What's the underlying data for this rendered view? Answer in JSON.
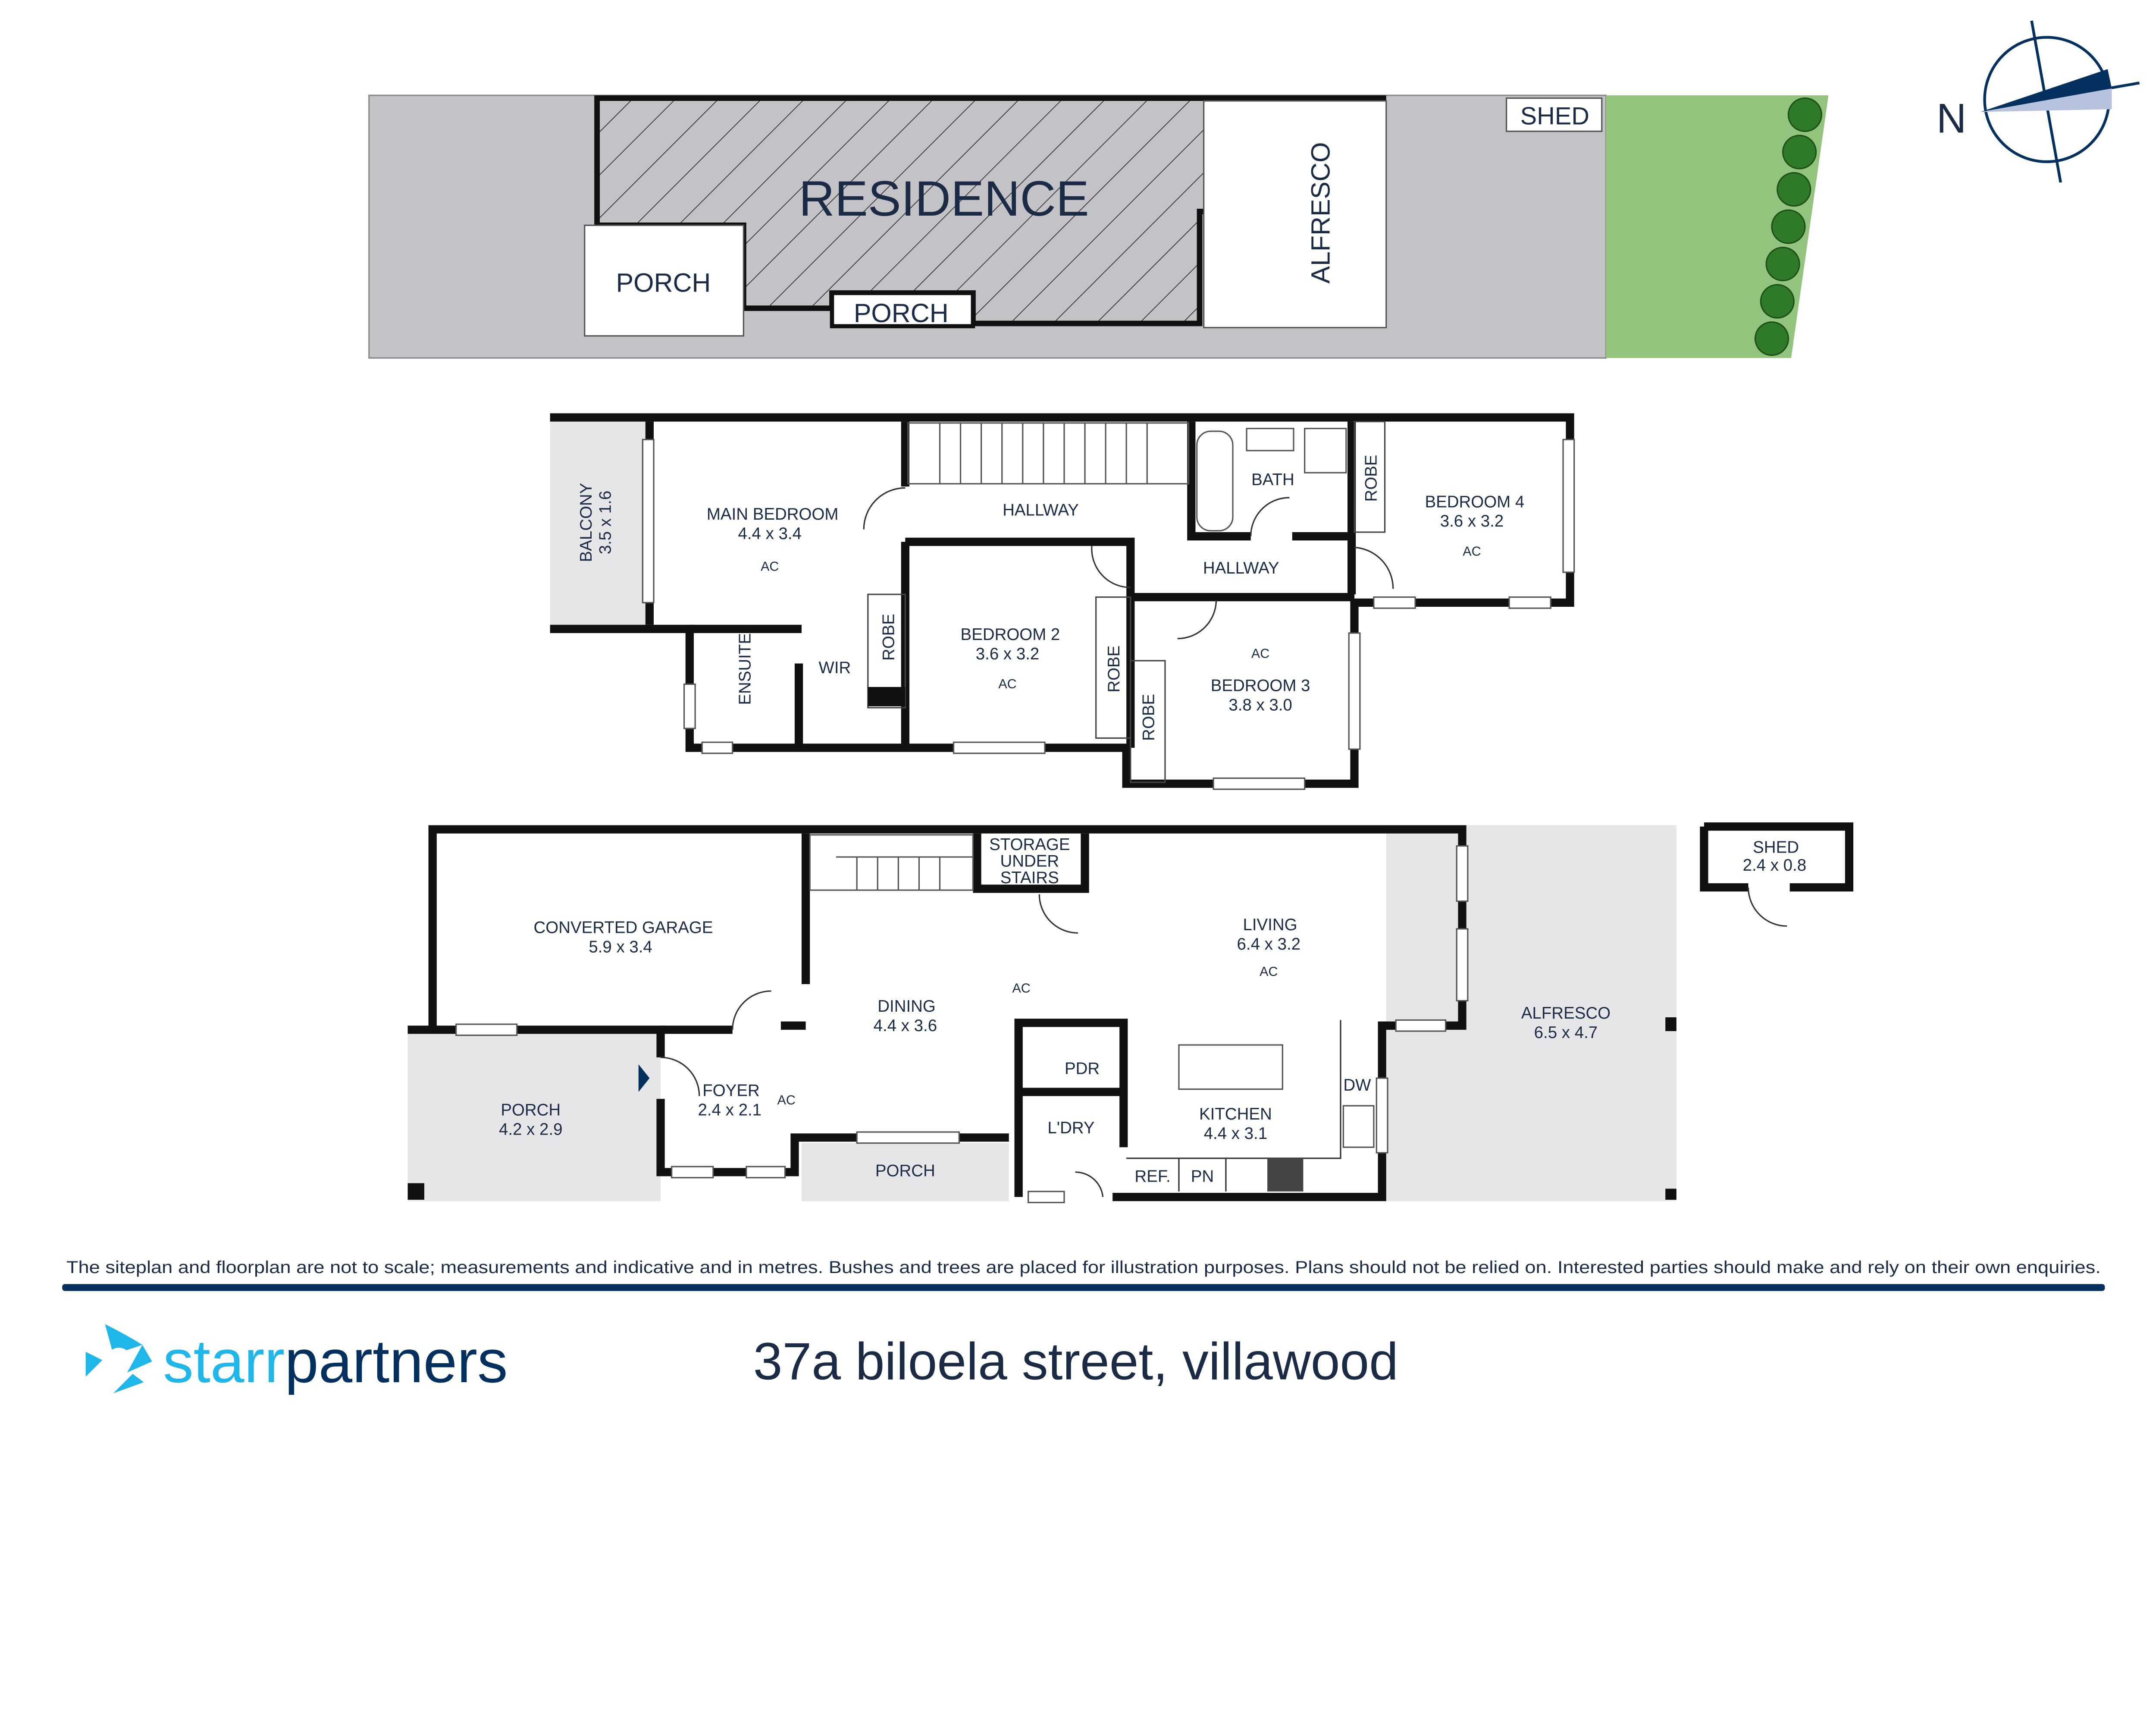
{
  "colors": {
    "navy": "#03305f",
    "sky": "#1fb6ea",
    "site_grey": "#c3c3c7",
    "lawn": "#93c47d",
    "outdoor_grey": "#e6e6e8"
  },
  "site_plan": {
    "residence": "RESIDENCE",
    "porch_left": "PORCH",
    "porch_front": "PORCH",
    "alfresco": "ALFRESCO",
    "shed": "SHED"
  },
  "compass": {
    "label": "N",
    "icon": "north-arrow-icon"
  },
  "upper_floor": [
    {
      "name": "BALCONY",
      "dims": "3.5 x 1.6"
    },
    {
      "name": "MAIN BEDROOM",
      "dims": "4.4 x 3.4",
      "ac": "AC"
    },
    {
      "name": "HALLWAY"
    },
    {
      "name": "BATH"
    },
    {
      "name": "ROBE"
    },
    {
      "name": "BEDROOM 4",
      "dims": "3.6 x 3.2",
      "ac": "AC"
    },
    {
      "name": "HALLWAY"
    },
    {
      "name": "ENSUITE"
    },
    {
      "name": "WIR"
    },
    {
      "name": "ROBE"
    },
    {
      "name": "BEDROOM 2",
      "dims": "3.6 x 3.2",
      "ac": "AC"
    },
    {
      "name": "ROBE"
    },
    {
      "name": "ROBE"
    },
    {
      "name": "BEDROOM 3",
      "dims": "3.8 x 3.0",
      "ac": "AC"
    }
  ],
  "ground_floor": [
    {
      "name": "CONVERTED GARAGE",
      "dims": "5.9 x 3.4"
    },
    {
      "name": "STORAGE",
      "line2": "UNDER",
      "line3": "STAIRS"
    },
    {
      "name": "LIVING",
      "dims": "6.4 x 3.2",
      "ac": "AC"
    },
    {
      "name": "SHED",
      "dims": "2.4 x 0.8"
    },
    {
      "name": "DINING",
      "dims": "4.4 x 3.6",
      "ac": "AC"
    },
    {
      "name": "ALFRESCO",
      "dims": "6.5 x 4.7"
    },
    {
      "name": "PORCH",
      "dims": "4.2 x 2.9"
    },
    {
      "name": "FOYER",
      "dims": "2.4 x 2.1",
      "ac": "AC"
    },
    {
      "name": "PDR"
    },
    {
      "name": "L'DRY"
    },
    {
      "name": "KITCHEN",
      "dims": "4.4 x 3.1"
    },
    {
      "name": "DW"
    },
    {
      "name": "REF."
    },
    {
      "name": "PN"
    },
    {
      "name": "PORCH"
    }
  ],
  "disclaimer": "The siteplan and floorplan are not to scale; measurements and indicative and in metres. Bushes and trees are placed for illustration purposes. Plans should not be relied on. Interested parties should make and rely on their own enquiries.",
  "brand": {
    "part1": "starr",
    "part2": "partners",
    "logo_icon": "star-logo-icon"
  },
  "address": "37a biloela street, villawood"
}
